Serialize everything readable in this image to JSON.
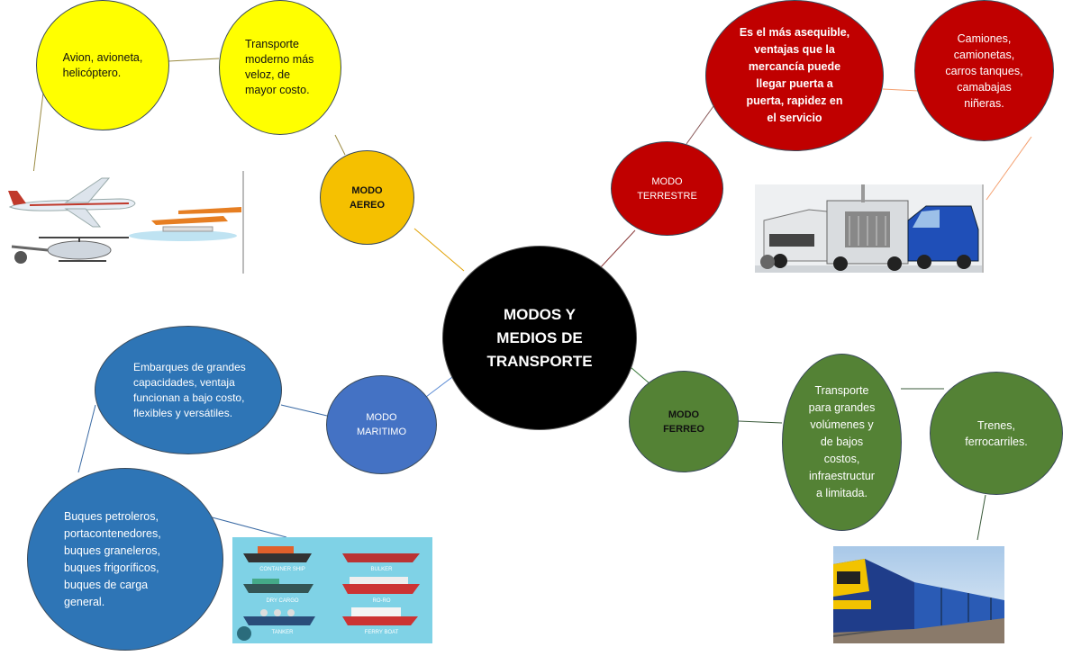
{
  "center": {
    "label": "MODOS Y\nMEDIOS DE\nTRANSPORTE",
    "color": "#000000"
  },
  "aereo": {
    "color": "#f5c000",
    "bubble_color": "#ffff00",
    "mode": "MODO\nAEREO",
    "examples": "Avion, avioneta,\nhelicóptero.",
    "description": "Transporte\nmoderno más\nveloz, de\nmayor costo.",
    "image_icon": "airplane-helicopter-icon"
  },
  "terrestre": {
    "color": "#c00000",
    "mode": "MODO\nTERRESTRE",
    "description": "Es el más asequible,\nventajas que la\nmercancía puede\nllegar puerta a\npuerta, rapidez en\nel servicio",
    "examples": "Camiones,\ncamionetas,\ncarros tanques,\ncamabajas\nniñeras.",
    "image_icon": "trucks-icon"
  },
  "maritimo": {
    "color": "#4472c4",
    "bubble_color": "#2e75b6",
    "mode": "MODO\nMARITIMO",
    "description": "Embarques de grandes\ncapacidades, ventaja\nfuncionan a bajo costo,\nflexibles y versátiles.",
    "examples": "Buques petroleros,\nportacontenedores,\nbuques graneleros,\nbuques frigoríficos,\nbuques de carga\ngeneral.",
    "image_icon": "ships-icon",
    "ship_labels": [
      "CONTAINER SHIP",
      "BULKER",
      "DRY CARGO",
      "RO-RO",
      "TANKER",
      "FERRY BOAT"
    ]
  },
  "ferreo": {
    "color": "#548235",
    "mode": "MODO\nFERREO",
    "description": "Transporte\npara grandes\nvolúmenes y\nde bajos\ncostos,\ninfraestructur\na limitada.",
    "examples": "Trenes,\nferrocarriles.",
    "image_icon": "train-icon"
  }
}
